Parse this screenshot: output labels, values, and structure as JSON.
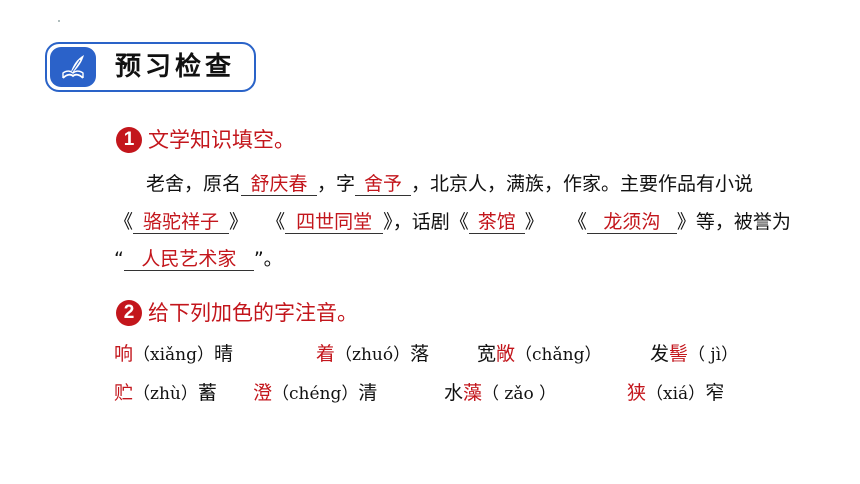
{
  "header": {
    "title": "预习检查",
    "icon": "quill-book-icon"
  },
  "section1": {
    "number": "1",
    "title": "文学知识填空。",
    "line1": {
      "t1": "老舍，原名",
      "a1": "舒庆春",
      "t2": "，字",
      "a2": "舍予",
      "t3": "，北京人，满族，作家。主要作品有小说"
    },
    "line2": {
      "o1": "《",
      "a1": "骆驼祥子",
      "c1": "》",
      "o2": "《",
      "a2": "四世同堂",
      "c2": "》",
      "t1": "，话剧《",
      "a3": "茶馆",
      "c3": "》",
      "o4": "《",
      "a4": "龙须沟",
      "t2": "》等，被誉为"
    },
    "line3": {
      "open": "“",
      "a1": "人民艺术家",
      "close": "”。"
    }
  },
  "section2": {
    "number": "2",
    "title": "给下列加色的字注音。",
    "row1": [
      {
        "pre": "",
        "char": "响",
        "pinyin": "（xiǎng）",
        "post": "晴"
      },
      {
        "pre": "",
        "char": "着",
        "pinyin": "（zhuó）",
        "post": "落"
      },
      {
        "pre": "宽",
        "char": "敞",
        "pinyin": "（chǎng）",
        "post": ""
      },
      {
        "pre": "发",
        "char": "髻",
        "pinyin": "（ jì）",
        "post": ""
      }
    ],
    "row2": [
      {
        "pre": "",
        "char": "贮",
        "pinyin": "（zhù）",
        "post": "蓄"
      },
      {
        "pre": "",
        "char": "澄",
        "pinyin": "（chéng）",
        "post": "清"
      },
      {
        "pre": "水",
        "char": "藻",
        "pinyin": "（ zǎo ）",
        "post": ""
      },
      {
        "pre": "",
        "char": "狭",
        "pinyin": "（xiá）",
        "post": "窄"
      }
    ]
  }
}
